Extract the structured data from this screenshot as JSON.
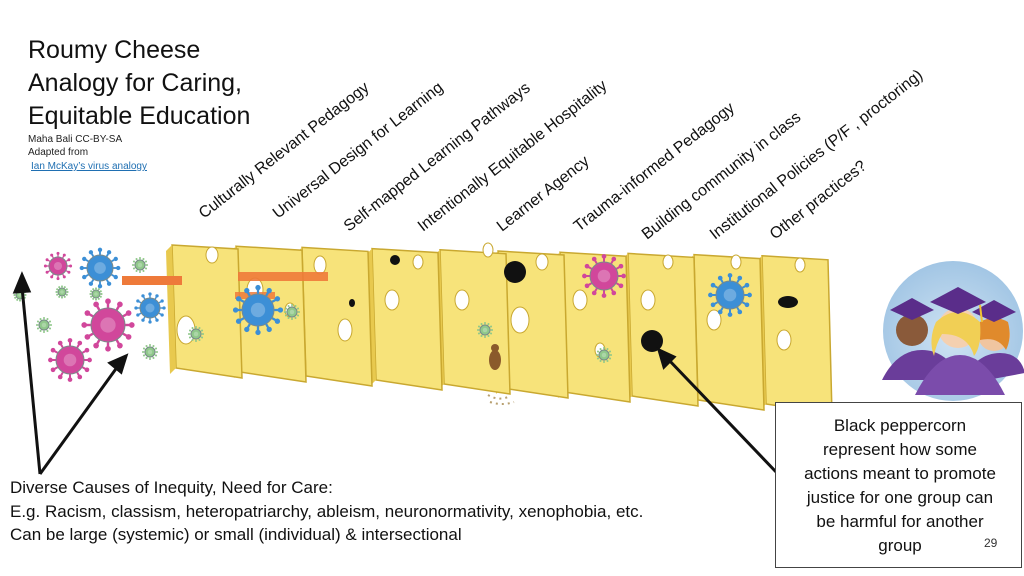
{
  "title": {
    "line1": "Roumy Cheese",
    "line2": "Analogy for Caring,",
    "line3": "Equitable Education",
    "credit": "Maha Bali CC-BY-SA",
    "adapted": "Adapted from",
    "link": "Ian McKay’s virus analogy"
  },
  "layers": [
    "Culturally Relevant Pedagogy",
    "Universal Design for Learning",
    "Self-mapped Learning Pathways",
    "Intentionally Equitable Hospitality",
    "Learner Agency",
    "Trauma-informed Pedagogy",
    "Building community in class",
    "Institutional Policies (P/F , proctoring)",
    "Other practices?"
  ],
  "causes": {
    "line1": "Diverse Causes of Inequity, Need for Care:",
    "line2": "E.g. Racism, classism, heteropatriarchy, ableism, neuronormativity, xenophobia, etc.",
    "line3": "Can be large (systemic) or small (individual) & intersectional"
  },
  "callout": {
    "line1": "Black peppercorn",
    "line2": "represent how some",
    "line3": "actions meant to promote",
    "line4": "justice for one group can",
    "line5": "be harmful for another",
    "line6": "group"
  },
  "page_number": "29",
  "colors": {
    "cheese": "#f7e37a",
    "cheese_edge": "#c9a830",
    "virus_pink": "#d1479b",
    "virus_blue": "#3c8fd6",
    "virus_green": "#8fc88a",
    "graduate_bg": "#a4c8e6",
    "cap": "#6a3d9a"
  }
}
